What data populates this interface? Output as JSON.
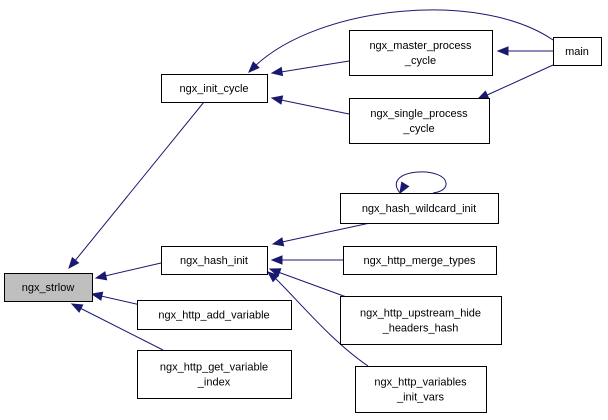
{
  "graph": {
    "edge_color": "#191970",
    "highlight_fill": "#bfbfbf",
    "nodes": {
      "ngx_strlow": {
        "lines": [
          "ngx_strlow"
        ],
        "highlight": true
      },
      "ngx_init_cycle": {
        "lines": [
          "ngx_init_cycle"
        ]
      },
      "ngx_master_process_cycle": {
        "lines": [
          "ngx_master_process",
          "_cycle"
        ]
      },
      "ngx_single_process_cycle": {
        "lines": [
          "ngx_single_process",
          "_cycle"
        ]
      },
      "main": {
        "lines": [
          "main"
        ]
      },
      "ngx_hash_init": {
        "lines": [
          "ngx_hash_init"
        ]
      },
      "ngx_hash_wildcard_init": {
        "lines": [
          "ngx_hash_wildcard_init"
        ]
      },
      "ngx_http_merge_types": {
        "lines": [
          "ngx_http_merge_types"
        ]
      },
      "ngx_http_upstream_hide_headers_hash": {
        "lines": [
          "ngx_http_upstream_hide",
          "_headers_hash"
        ]
      },
      "ngx_http_variables_init_vars": {
        "lines": [
          "ngx_http_variables",
          "_init_vars"
        ]
      },
      "ngx_http_add_variable": {
        "lines": [
          "ngx_http_add_variable"
        ]
      },
      "ngx_http_get_variable_index": {
        "lines": [
          "ngx_http_get_variable",
          "_index"
        ]
      }
    },
    "edges": [
      {
        "from": "ngx_init_cycle",
        "to": "ngx_strlow"
      },
      {
        "from": "ngx_master_process_cycle",
        "to": "ngx_init_cycle"
      },
      {
        "from": "ngx_single_process_cycle",
        "to": "ngx_init_cycle"
      },
      {
        "from": "main",
        "to": "ngx_init_cycle"
      },
      {
        "from": "main",
        "to": "ngx_master_process_cycle"
      },
      {
        "from": "main",
        "to": "ngx_single_process_cycle"
      },
      {
        "from": "ngx_hash_init",
        "to": "ngx_strlow"
      },
      {
        "from": "ngx_hash_wildcard_init",
        "to": "ngx_hash_init"
      },
      {
        "from": "ngx_hash_wildcard_init",
        "to": "ngx_hash_wildcard_init"
      },
      {
        "from": "ngx_http_merge_types",
        "to": "ngx_hash_init"
      },
      {
        "from": "ngx_http_upstream_hide_headers_hash",
        "to": "ngx_hash_init"
      },
      {
        "from": "ngx_http_variables_init_vars",
        "to": "ngx_hash_init"
      },
      {
        "from": "ngx_http_add_variable",
        "to": "ngx_strlow"
      },
      {
        "from": "ngx_http_get_variable_index",
        "to": "ngx_strlow"
      }
    ]
  }
}
